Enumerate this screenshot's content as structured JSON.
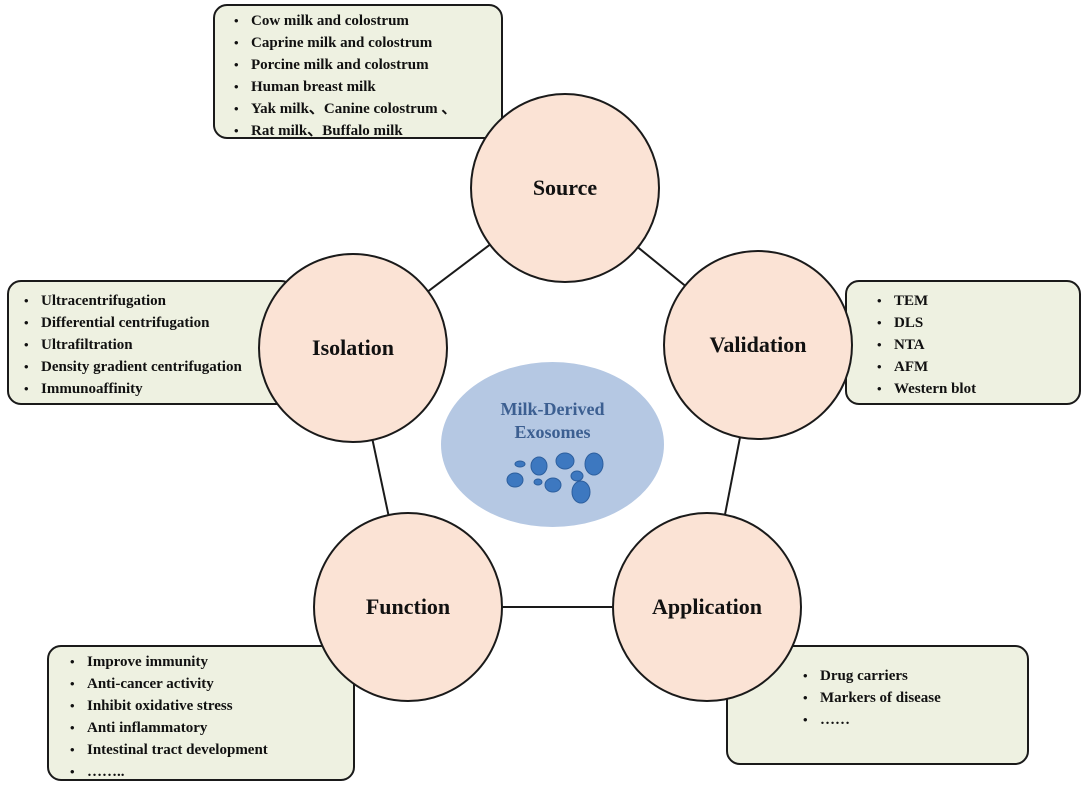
{
  "center": {
    "line1": "Milk-Derived",
    "line2": "Exosomes",
    "color": "#b5c8e3",
    "text_color": "#3c5f91",
    "particle_color": "#3d78c0"
  },
  "node_fill": "#fbe3d5",
  "box_fill": "#eef1e1",
  "nodes": {
    "source": "Source",
    "isolation": "Isolation",
    "validation": "Validation",
    "function": "Function",
    "application": "Application"
  },
  "boxes": {
    "source": [
      "Cow milk and colostrum",
      "Caprine milk and colostrum",
      "Porcine milk and colostrum",
      "Human breast milk",
      "Yak milk、Canine colostrum 、",
      "Rat milk、Buffalo milk"
    ],
    "isolation": [
      "Ultracentrifugation",
      "Differential centrifugation",
      "Ultrafiltration",
      "Density gradient centrifugation",
      "Immunoaffinity"
    ],
    "validation": [
      "TEM",
      "DLS",
      "NTA",
      "AFM",
      "Western blot"
    ],
    "function": [
      "Improve immunity",
      "Anti-cancer activity",
      "Inhibit oxidative stress",
      "Anti inflammatory",
      "Intestinal tract development",
      "…….."
    ],
    "application": [
      "Drug carriers",
      "Markers of disease",
      "……"
    ]
  }
}
